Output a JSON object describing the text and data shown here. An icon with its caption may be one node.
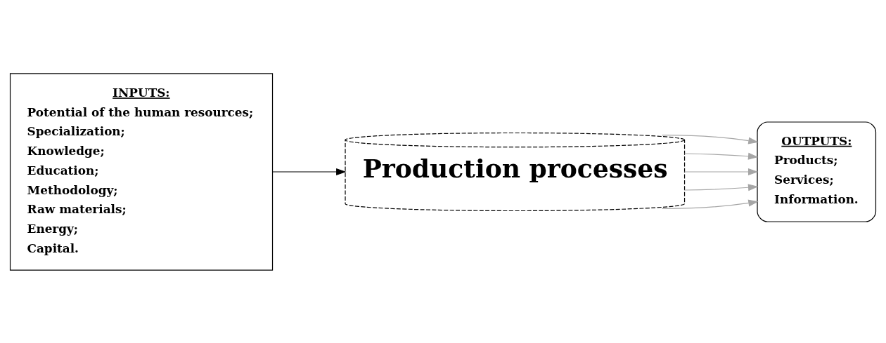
{
  "diagram": {
    "nodes": [
      {
        "text": [
          "INPUTS:",
          "Potential of the human resources;",
          "Specialization;",
          "Knowledge;",
          "Education;",
          "Methodology;",
          "Raw materials;",
          "Energy;",
          "Capital."
        ]
      },
      {
        "text": [
          "Production processes"
        ]
      },
      {
        "text": [
          "OUTPUTS:",
          "Products;",
          "Services;",
          "Information."
        ]
      }
    ],
    "edges": [
      {
        "from": 0,
        "to": 1,
        "arrow": "to",
        "color": "#000000"
      },
      {
        "from": 1,
        "to": 2,
        "arrow": "to"
      },
      {
        "from": 1,
        "to": 2,
        "arrow": "to"
      },
      {
        "from": 1,
        "to": 2,
        "arrow": "to"
      },
      {
        "from": 1,
        "to": 2,
        "arrow": "to"
      },
      {
        "from": 1,
        "to": 2,
        "arrow": "to"
      }
    ]
  }
}
